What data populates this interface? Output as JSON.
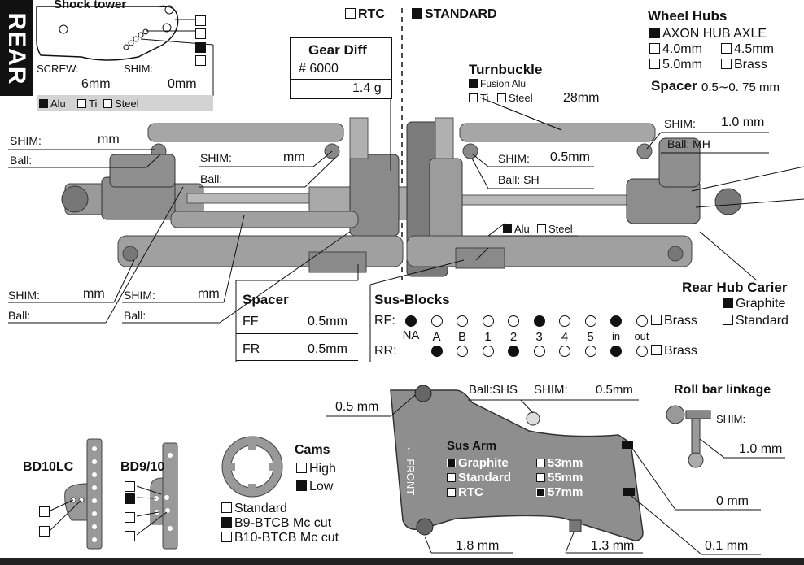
{
  "rear_label": "REAR",
  "header": {
    "rtc": "RTC",
    "rtc_checked": false,
    "standard": "STANDARD",
    "standard_checked": true
  },
  "shock_tower": {
    "title": "Shock tower",
    "screw_label": "SCREW:",
    "shim_label": "SHIM:",
    "screw_value": "6mm",
    "shim_value": "0mm",
    "boxes": [
      false,
      false,
      true,
      false
    ],
    "materials": [
      {
        "label": "Alu",
        "checked": true
      },
      {
        "label": "Ti",
        "checked": false
      },
      {
        "label": "Steel",
        "checked": false
      }
    ]
  },
  "gear_diff": {
    "title": "Gear Diff",
    "number": "# 6000",
    "weight": "1.4 g"
  },
  "turnbuckle": {
    "title": "Turnbuckle",
    "fusion": "Fusion Alu",
    "fusion_checked": true,
    "ti": "Ti",
    "steel": "Steel",
    "length": "28mm"
  },
  "wheel_hubs": {
    "title": "Wheel Hubs",
    "options": [
      {
        "label": "AXON HUB AXLE",
        "checked": true
      },
      {
        "label": "4.0mm",
        "checked": false
      },
      {
        "label": "4.5mm",
        "checked": false
      },
      {
        "label": "5.0mm",
        "checked": false
      },
      {
        "label": "Brass",
        "checked": false
      }
    ]
  },
  "spacer_top": {
    "title": "Spacer",
    "range": "0.5∼0. 75 mm"
  },
  "callouts": {
    "left_top_shim": "SHIM:",
    "left_top_shim_val": "mm",
    "left_top_ball": "Ball:",
    "mid_shim": "SHIM:",
    "mid_shim_val": "mm",
    "mid_ball": "Ball:",
    "right_mid_shim": "SHIM:",
    "right_mid_shim_val": "0.5mm",
    "right_mid_ball": "Ball: SH",
    "right_top_shim": "SHIM:",
    "right_top_shim_val": "1.0 mm",
    "right_top_ball": "Ball: MH",
    "bottom_left_shim": "SHIM:",
    "bottom_left_shim_val": "mm",
    "bottom_left_ball": "Ball:",
    "bottom_mid_shim": "SHIM:",
    "bottom_mid_shim_val": "mm",
    "bottom_mid_ball": "Ball:",
    "axle_alu": "Alu",
    "axle_alu_checked": true,
    "axle_steel": "Steel"
  },
  "rear_hub_carrier": {
    "title": "Rear Hub Carier",
    "options": [
      {
        "label": "Graphite",
        "checked": true
      },
      {
        "label": "Standard",
        "checked": false
      }
    ]
  },
  "spacer": {
    "title": "Spacer",
    "rows": [
      {
        "label": "FF",
        "value": "0.5mm"
      },
      {
        "label": "FR",
        "value": "0.5mm"
      }
    ]
  },
  "sus_blocks": {
    "title": "Sus-Blocks",
    "rf_label": "RF:",
    "rr_label": "RR:",
    "positions": [
      "NA",
      "A",
      "B",
      "1",
      "2",
      "3",
      "4",
      "5",
      "in",
      "out"
    ],
    "rf": [
      true,
      false,
      false,
      false,
      false,
      true,
      false,
      false,
      true,
      false
    ],
    "rr": [
      null,
      true,
      false,
      false,
      true,
      false,
      false,
      false,
      true,
      false
    ],
    "brass": "Brass"
  },
  "sus_arm_block": {
    "ball_label": "Ball:SHS",
    "shim_label": "SHIM:",
    "shim_value": "0.5mm",
    "top_spacer": "0.5 mm",
    "front_label": "FRONT",
    "title": "Sus Arm",
    "materials": [
      {
        "label": "Graphite",
        "checked": true
      },
      {
        "label": "Standard",
        "checked": false
      },
      {
        "label": "RTC",
        "checked": false
      }
    ],
    "lengths": [
      {
        "label": "53mm",
        "checked": false
      },
      {
        "label": "55mm",
        "checked": false
      },
      {
        "label": "57mm",
        "checked": true
      }
    ],
    "bottom_left": "1.8 mm",
    "bottom_mid": "1.3 mm",
    "right_mid": "0 mm",
    "right_bottom": "0.1 mm"
  },
  "roll_bar": {
    "title": "Roll bar linkage",
    "shim_label": "SHIM:",
    "shim_value": "1.0 mm"
  },
  "bd10lc": {
    "title": "BD10LC"
  },
  "bd910": {
    "title": "BD9/10"
  },
  "cams": {
    "title": "Cams",
    "options": [
      {
        "label": "High",
        "checked": false
      },
      {
        "label": "Low",
        "checked": true
      }
    ],
    "types": [
      {
        "label": "Standard",
        "checked": false
      },
      {
        "label": "B9-BTCB Mc cut",
        "checked": true
      },
      {
        "label": "B10-BTCB Mc cut",
        "checked": false
      }
    ]
  }
}
